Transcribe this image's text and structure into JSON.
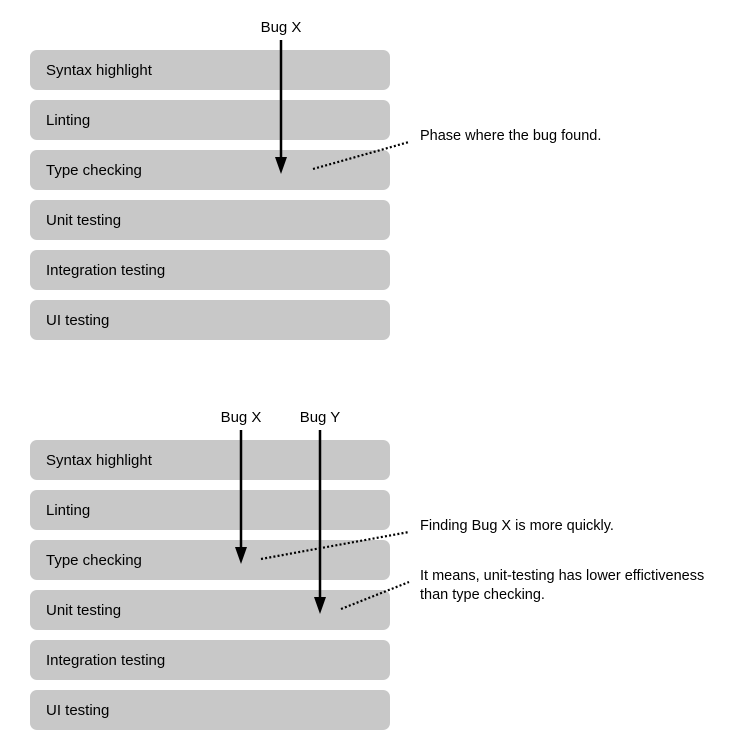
{
  "diagram1": {
    "phases": [
      "Syntax highlight",
      "Linting",
      "Type checking",
      "Unit testing",
      "Integration testing",
      "UI testing"
    ],
    "bug_x": "Bug X",
    "note": "Phase where the bug found."
  },
  "diagram2": {
    "phases": [
      "Syntax highlight",
      "Linting",
      "Type checking",
      "Unit testing",
      "Integration testing",
      "UI testing"
    ],
    "bug_x": "Bug X",
    "bug_y": "Bug Y",
    "note_x": "Finding Bug X is more quickly.",
    "note_y_line1": "It means, unit-testing has lower effictiveness",
    "note_y_line2": "than type checking."
  },
  "colors": {
    "phase_fill": "#c8c8c8",
    "line": "#000000"
  }
}
